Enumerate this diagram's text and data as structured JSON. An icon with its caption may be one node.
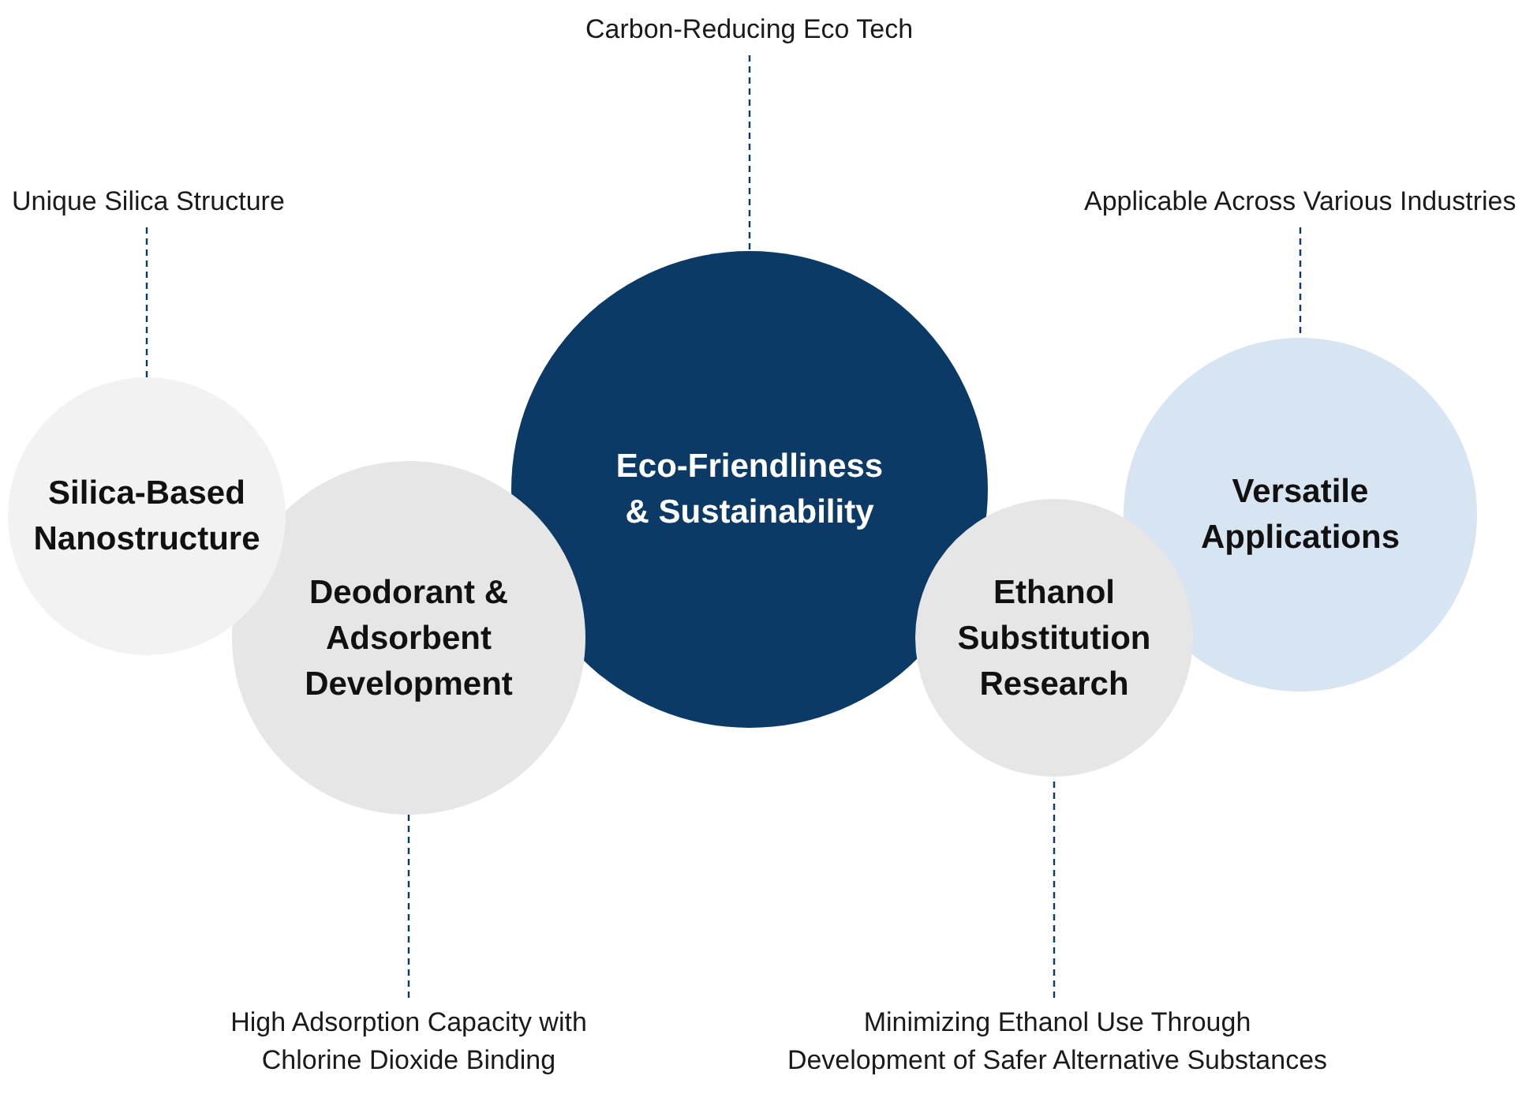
{
  "diagram": {
    "nodes": [
      {
        "text": [
          "Carbon-Reducing Eco Tech"
        ]
      },
      {
        "text": [
          "Unique Silica Structure"
        ]
      },
      {
        "text": [
          "Applicable Across Various Industries"
        ]
      },
      {
        "text": [
          "Silica-Based Nanostructure"
        ]
      },
      {
        "text": [
          "Eco-Friendliness & Sustainability"
        ]
      },
      {
        "text": [
          "Versatile Applications"
        ]
      },
      {
        "text": [
          "Deodorant & Adsorbent Development"
        ]
      },
      {
        "text": [
          "Ethanol Substitution Research"
        ]
      },
      {
        "text": [
          "High Adsorption Capacity with Chlorine Dioxide Binding"
        ]
      },
      {
        "text": [
          "Minimizing Ethanol Use Through Development of Safer Alternative Substances"
        ]
      }
    ],
    "edges": [
      {
        "from": 0,
        "to": 4,
        "arrow": "none",
        "style": "dashed"
      },
      {
        "from": 1,
        "to": 3,
        "arrow": "none",
        "style": "dashed"
      },
      {
        "from": 2,
        "to": 5,
        "arrow": "none",
        "style": "dashed"
      },
      {
        "from": 8,
        "to": 6,
        "arrow": "none",
        "style": "dashed"
      },
      {
        "from": 9,
        "to": 7,
        "arrow": "none",
        "style": "dashed"
      }
    ]
  }
}
